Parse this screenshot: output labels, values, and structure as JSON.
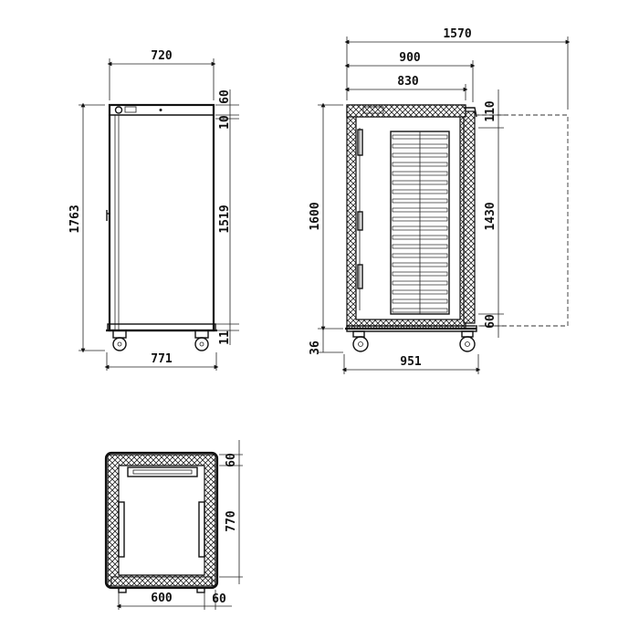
{
  "front_view": {
    "width_top": "720",
    "height_total": "1763",
    "height_body": "1519",
    "top_panel": "60",
    "top_gap": "10",
    "base_gap": "11",
    "width_base": "771"
  },
  "side_view": {
    "depth_open": "1570",
    "depth_total": "900",
    "depth_body": "830",
    "height_body": "1600",
    "height_door": "1430",
    "door_top": "110",
    "door_bottom": "60",
    "caster": "36",
    "depth_base": "951"
  },
  "plan_view": {
    "wall_top": "60",
    "inner_depth": "770",
    "inner_width": "600",
    "wall_side": "60"
  }
}
